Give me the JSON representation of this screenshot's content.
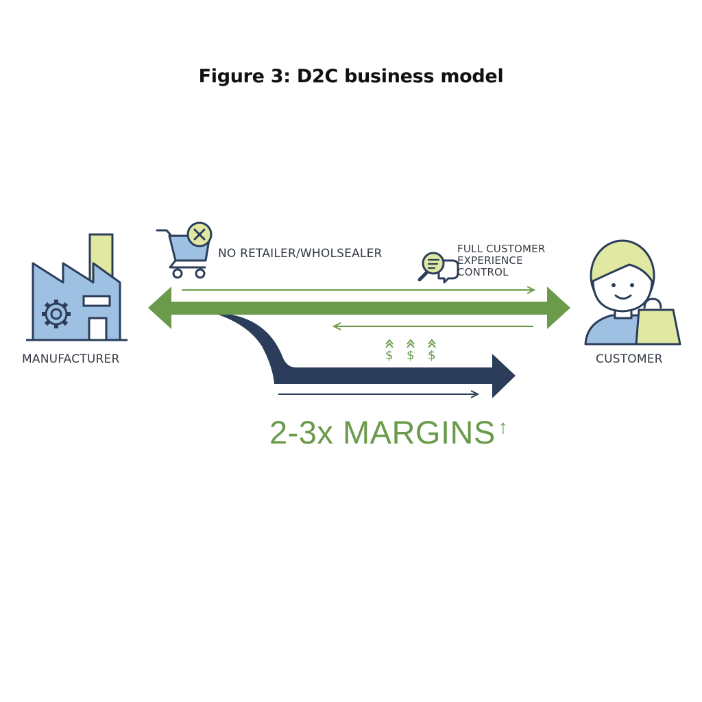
{
  "title": "Figure 3: D2C business model",
  "nodes": {
    "manufacturer": "MANUFACTURER",
    "customer": "CUSTOMER"
  },
  "callouts": {
    "no_middleman": "NO RETAILER/WHOLSEALER",
    "experience": [
      "FULL CUSTOMER",
      "EXPERIENCE",
      "CONTROL"
    ]
  },
  "margins": {
    "text": "2-3x MARGINS",
    "arrow": "↑"
  },
  "colors": {
    "green": "#6a9a4a",
    "navy": "#2b3d5a",
    "light_blue": "#9ec0e2",
    "light_yellow": "#e0e8a2",
    "outline": "#2b3d5a"
  },
  "icons": [
    "factory-icon",
    "gear-icon",
    "shopping-cart-icon",
    "x-circle-icon",
    "magnifier-chat-icon",
    "customer-person-icon",
    "shopping-bag-icon",
    "dollar-up-icon"
  ]
}
